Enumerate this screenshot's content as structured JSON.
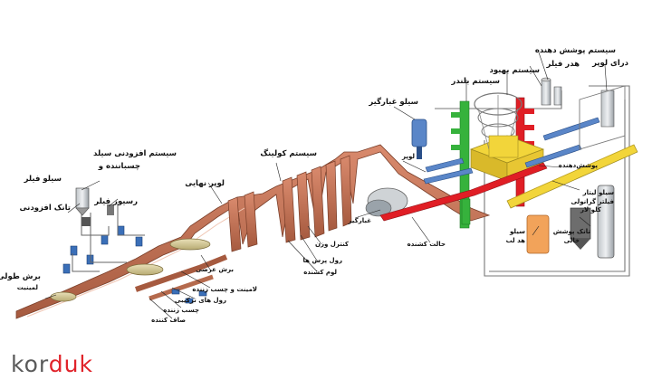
{
  "labels": {
    "filler_coating_system": "سیستم پوشش دهنده",
    "filler_header": "هدر فیلر",
    "blender_system": "سیستم بلندر",
    "improvement_system": "سیستم بهبود",
    "lower_conveyor": "درای لوپر",
    "filler_silo_left": "سیلو فیلر",
    "filler_tank": "تانک افزودنی",
    "filler_return": "رسیور فیلر",
    "sheet_system": "سیستم افزودنی سیلد",
    "glue_sheet": "چسباننده و",
    "belt_lay": "لوپر نهایی",
    "dust_silo": "سیلو غبارگیر",
    "loper": "لوپر",
    "coating": "پوشش‌دهنده",
    "cooling_system": "سیستم کولینگ",
    "edge_cutter": "غبارگیر",
    "weight_control": "کنترل وزن",
    "press_roll": "رول پرس ها",
    "pull_unit": "لوم کشنده",
    "pull_unit2": "حالت کشنده",
    "bottom_silo": "سیلو",
    "bottom_silo2": "هد لب",
    "silo_label": "سیلو لیتار",
    "filler_mixer": "فیلتر گرانولی",
    "oven": "کلو لار",
    "coating_tank": "تانک پوشش",
    "coating_tank2": "خالی",
    "longitudinal_cut": "برش طولی",
    "layer": "لمینیت",
    "cut_front": "برش عرضی",
    "tension_line": "لامینت و چسب زننده",
    "press_rollers": "رول های ترکیبی",
    "glue_apply": "چسب زننده",
    "front_pull": "صاف کننده"
  },
  "logo": {
    "part1": "kor",
    "part2": "duk"
  },
  "colors": {
    "belt": "#c8745a",
    "belt_dark": "#8a4630",
    "green": "#36b23c",
    "red": "#e01e25",
    "yellow": "#f2d53a",
    "blue": "#3a6fb8",
    "orange": "#f2a35a",
    "logo_gray": "#5a5a5a",
    "logo_red": "#e0232a"
  }
}
